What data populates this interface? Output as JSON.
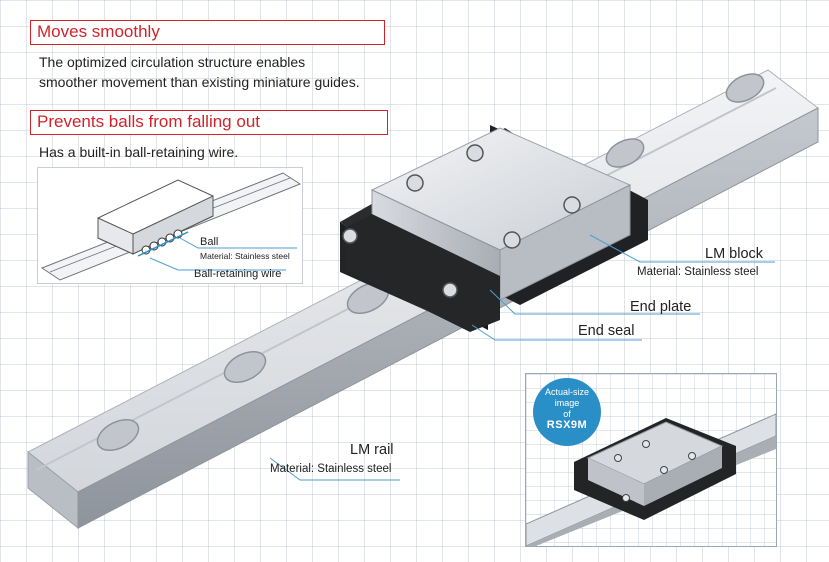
{
  "section1": {
    "heading": "Moves smoothly",
    "lines": [
      "The optimized circulation structure enables",
      "smoother movement than existing miniature guides."
    ]
  },
  "section2": {
    "heading": "Prevents balls from falling out",
    "line": "Has a built-in ball-retaining wire."
  },
  "inset": {
    "ball_label": "Ball",
    "ball_material": "Material: Stainless steel",
    "wire_label": "Ball-retaining wire"
  },
  "labels": {
    "lm_block": "LM block",
    "lm_block_material": "Material: Stainless steel",
    "end_plate": "End plate",
    "end_seal": "End seal",
    "lm_rail": "LM rail",
    "lm_rail_material": "Material: Stainless steel"
  },
  "badge": {
    "line1": "Actual-size",
    "line2": "image",
    "line3": "of",
    "model": "RSX9M"
  },
  "colors": {
    "accent_red": "#d2232a",
    "leader_blue": "#4a9fd2",
    "badge_blue": "#2a8fc6"
  }
}
